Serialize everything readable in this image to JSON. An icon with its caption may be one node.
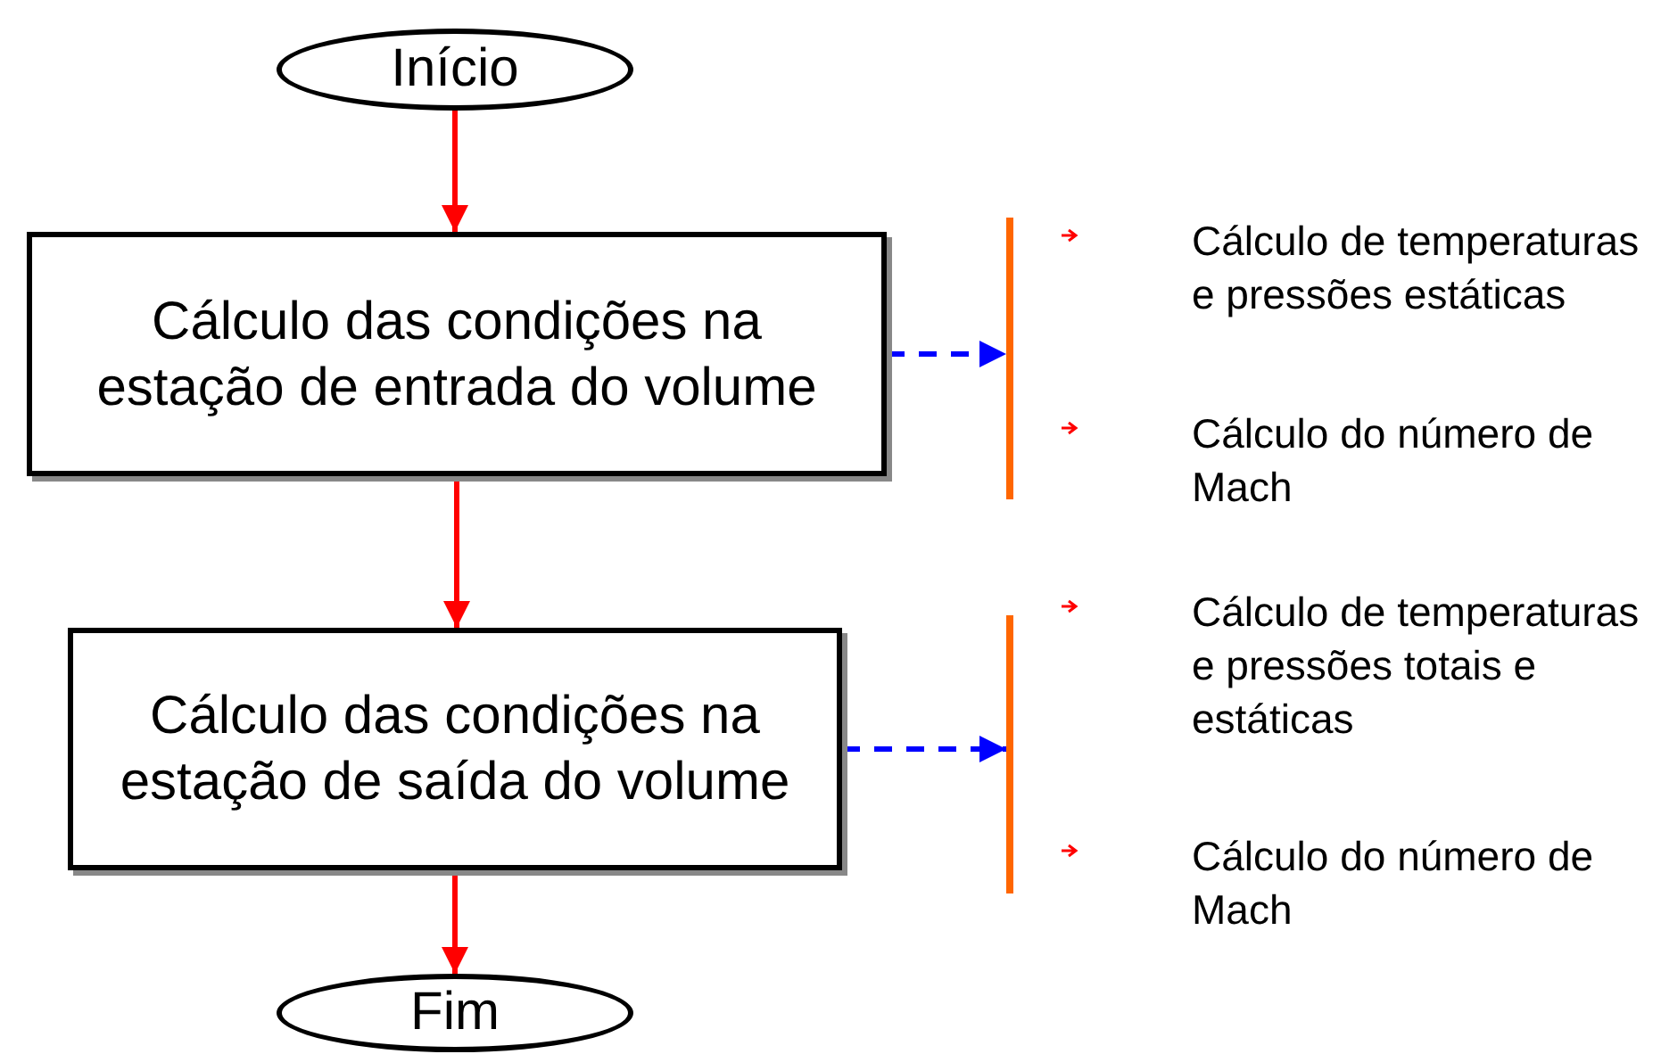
{
  "diagram": {
    "nodes": [
      {
        "text": [
          "Início"
        ]
      },
      {
        "text": [
          "Cálculo das condições na estação de entrada do volume"
        ]
      },
      {
        "text": [],
        "shape": "bar"
      },
      {
        "text": [
          "Cálculo das condições na estação de saída do volume"
        ]
      },
      {
        "text": [],
        "shape": "bar"
      },
      {
        "text": [
          "Fim"
        ]
      }
    ],
    "edges": [
      {
        "from": 0,
        "to": 1,
        "arrow": "to"
      },
      {
        "from": 1,
        "to": 2,
        "arrow": "to",
        "style": "dashed",
        "color": "#0000ff"
      },
      {
        "from": 1,
        "to": 3,
        "arrow": "to"
      },
      {
        "from": 3,
        "to": 4,
        "arrow": "to",
        "style": "dashed",
        "color": "#0000ff"
      },
      {
        "from": 3,
        "to": 5,
        "arrow": "to"
      }
    ],
    "labels": [
      "Cálculo de temperaturas e pressões estáticas",
      "Cálculo do número de Mach",
      "Cálculo de temperaturas e pressões totais e estáticas",
      "Cálculo do número de Mach"
    ]
  }
}
